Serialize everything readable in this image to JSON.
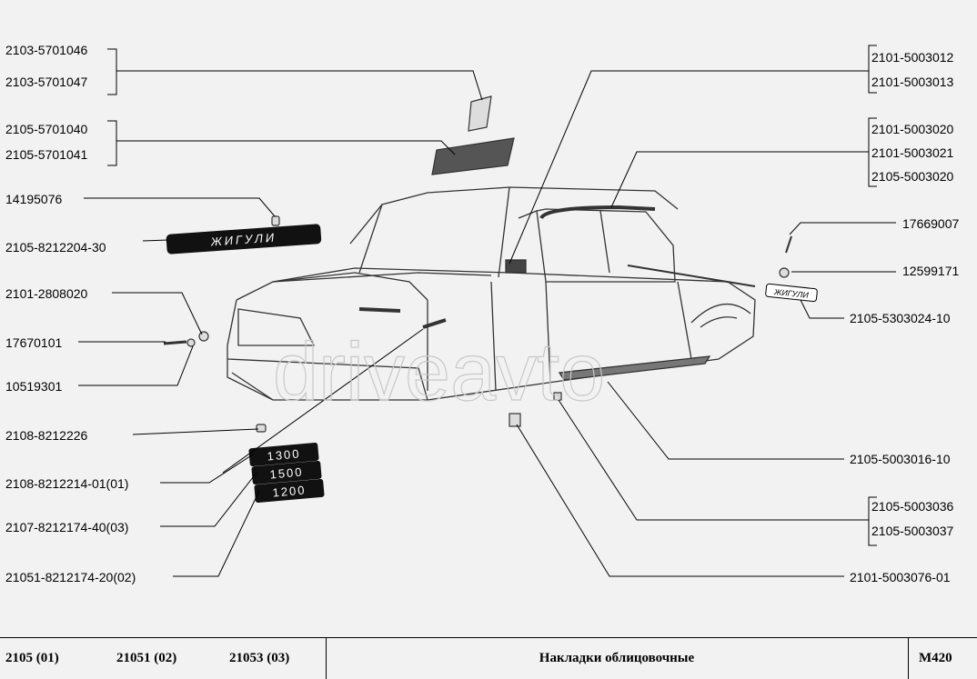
{
  "left_labels": [
    "2103-5701046",
    "2103-5701047",
    "2105-5701040",
    "2105-5701041",
    "14195076",
    "2105-8212204-30",
    "2101-2808020",
    "17670101",
    "10519301",
    "2108-8212226",
    "2108-8212214-01(01)",
    "2107-8212174-40(03)",
    "21051-8212174-20(02)"
  ],
  "right_labels": [
    "2101-5003012",
    "2101-5003013",
    "2101-5003020",
    "2101-5003021",
    "2105-5003020",
    "17669007",
    "12599171",
    "2105-5303024-10",
    "2105-5003016-10",
    "2105-5003036",
    "2105-5003037",
    "2101-5003076-01"
  ],
  "emblems": {
    "nameplate_text": "ЖИГУЛИ",
    "badge_1300": "1300",
    "badge_1500": "1500",
    "badge_1200": "1200"
  },
  "watermark": "driveavto",
  "footer": {
    "model_1": "2105 (01)",
    "model_2": "21051 (02)",
    "model_3": "21053 (03)",
    "title": "Накладки облицовочные",
    "code": "M420"
  }
}
